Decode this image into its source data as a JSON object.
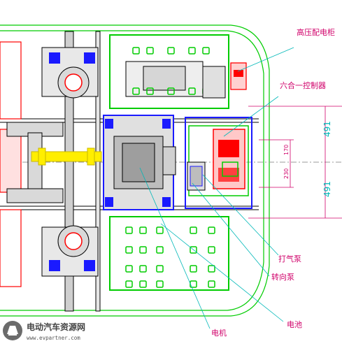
{
  "labels": {
    "high_voltage_cabinet": "高压配电柜",
    "six_in_one_controller": "六合一控制器",
    "air_pump": "打气泵",
    "steering_pump": "转向泵",
    "battery": "电池",
    "motor": "电机"
  },
  "dimensions": {
    "top_half": "491",
    "bottom_half": "491",
    "upper_offset": "170",
    "lower_offset": "230"
  },
  "watermark": {
    "title": "电动汽车资源网",
    "url": "www.evpartner.com"
  },
  "colors": {
    "label_text": "#d0006a",
    "battery_box": "#00cc00",
    "chassis_blue": "#1a1aff",
    "dimension_cyan": "#00b8b8",
    "component_red": "#ff0000",
    "shaft_yellow": "#ffee00"
  }
}
